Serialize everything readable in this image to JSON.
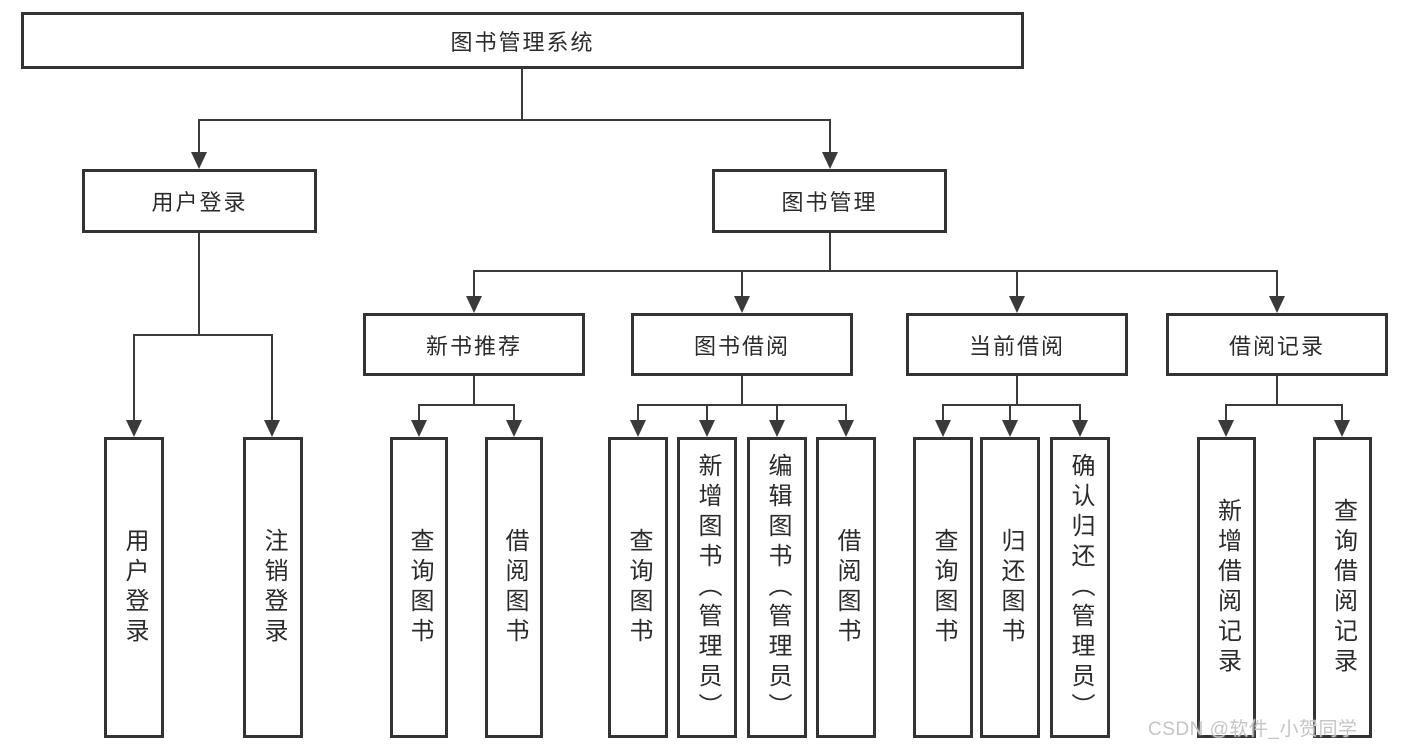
{
  "colors": {
    "line": "#3a3a3a",
    "border": "#333333",
    "text": "#2b2b2b",
    "watermark": "#c5c5c5",
    "background": "#ffffff"
  },
  "diagram": {
    "root": {
      "label": "图书管理系统"
    },
    "branches": {
      "user_login": {
        "label": "用户登录",
        "children": [
          {
            "label": "用户登录"
          },
          {
            "label": "注销登录"
          }
        ]
      },
      "book_management": {
        "label": "图书管理",
        "children": [
          {
            "label": "新书推荐",
            "children": [
              {
                "label": "查询图书"
              },
              {
                "label": "借阅图书"
              }
            ]
          },
          {
            "label": "图书借阅",
            "children": [
              {
                "label": "查询图书"
              },
              {
                "label": "新增图书（管理员）"
              },
              {
                "label": "编辑图书（管理员）"
              },
              {
                "label": "借阅图书"
              }
            ]
          },
          {
            "label": "当前借阅",
            "children": [
              {
                "label": "查询图书"
              },
              {
                "label": "归还图书"
              },
              {
                "label": "确认归还（管理员）"
              }
            ]
          },
          {
            "label": "借阅记录",
            "children": [
              {
                "label": "新增借阅记录"
              },
              {
                "label": "查询借阅记录"
              }
            ]
          }
        ]
      }
    }
  },
  "watermark": {
    "text": "CSDN @软件_小贺同学"
  }
}
